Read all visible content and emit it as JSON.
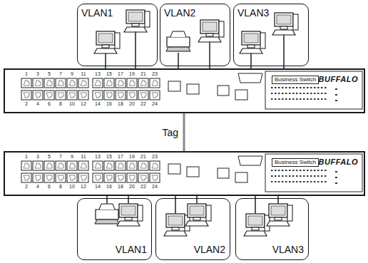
{
  "diagram": {
    "nodes": [
      {
        "text": [
          "VLAN1"
        ]
      },
      {
        "text": [
          "VLAN2"
        ]
      },
      {
        "text": [
          "VLAN3"
        ]
      },
      {
        "text": [
          "Business Switch",
          "BUFFALO"
        ]
      },
      {
        "text": [
          "Business Switch",
          "BUFFALO"
        ]
      },
      {
        "text": [
          "VLAN1"
        ]
      },
      {
        "text": [
          "VLAN2"
        ]
      },
      {
        "text": [
          "VLAN3"
        ]
      }
    ],
    "edges": [
      {
        "from": 0,
        "to": 3,
        "arrow": "none"
      },
      {
        "from": 0,
        "to": 3,
        "arrow": "none"
      },
      {
        "from": 1,
        "to": 3,
        "arrow": "none"
      },
      {
        "from": 1,
        "to": 3,
        "arrow": "none"
      },
      {
        "from": 2,
        "to": 3,
        "arrow": "none"
      },
      {
        "from": 2,
        "to": 3,
        "arrow": "none"
      },
      {
        "from": 3,
        "to": 4,
        "label": "Tag",
        "arrow": "none"
      },
      {
        "from": 4,
        "to": 5,
        "arrow": "none"
      },
      {
        "from": 4,
        "to": 5,
        "arrow": "none"
      },
      {
        "from": 4,
        "to": 6,
        "arrow": "none"
      },
      {
        "from": 4,
        "to": 6,
        "arrow": "none"
      },
      {
        "from": 4,
        "to": 7,
        "arrow": "none"
      },
      {
        "from": 4,
        "to": 7,
        "arrow": "none"
      }
    ],
    "labels": [
      "1",
      "3",
      "5",
      "7",
      "9",
      "11",
      "13",
      "15",
      "17",
      "19",
      "21",
      "23",
      "2",
      "4",
      "6",
      "8",
      "10",
      "12",
      "14",
      "16",
      "18",
      "20",
      "22",
      "24",
      "1",
      "3",
      "5",
      "7",
      "9",
      "11",
      "13",
      "15",
      "17",
      "19",
      "21",
      "23",
      "2",
      "4",
      "6",
      "8",
      "10",
      "12",
      "14",
      "16",
      "18",
      "20",
      "22",
      "24"
    ]
  }
}
